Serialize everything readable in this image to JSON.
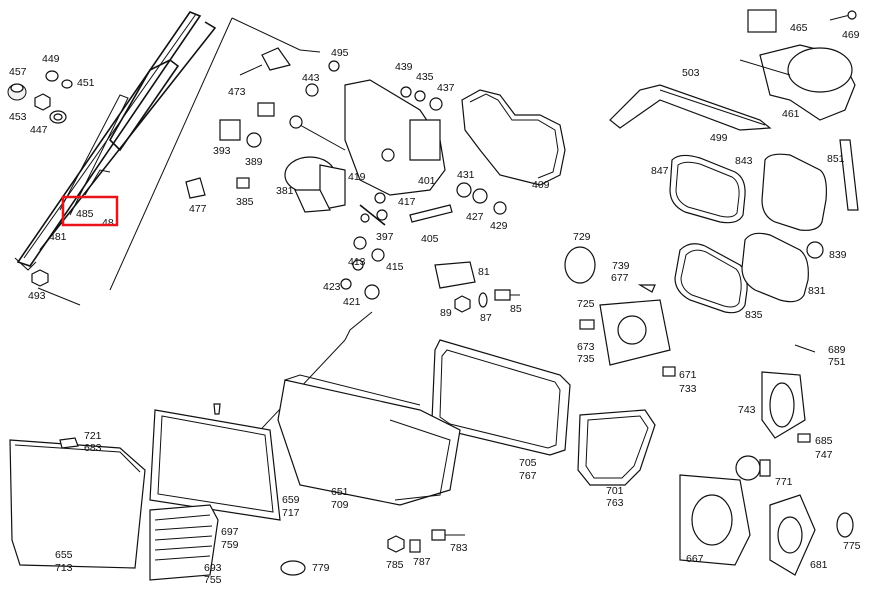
{
  "highlight": {
    "color": "#e8141a",
    "label": "485"
  },
  "callouts": {
    "c457": "457",
    "c449": "449",
    "c451": "451",
    "c453": "453",
    "c447": "447",
    "c481": "481",
    "c485": "485",
    "c48": "48",
    "c493": "493",
    "c473": "473",
    "c495": "495",
    "c443": "443",
    "c439": "439",
    "c435": "435",
    "c437": "437",
    "c393": "393",
    "c389": "389",
    "c381": "381",
    "c477": "477",
    "c385": "385",
    "c401": "401",
    "c419": "419",
    "c417": "417",
    "c431": "431",
    "c409": "409",
    "c427": "427",
    "c429": "429",
    "c397": "397",
    "c405": "405",
    "c413": "413",
    "c415": "415",
    "c423": "423",
    "c421": "421",
    "c81": "81",
    "c89": "89",
    "c87": "87",
    "c85": "85",
    "c465": "465",
    "c469": "469",
    "c503": "503",
    "c499": "499",
    "c461": "461",
    "c847": "847",
    "c843": "843",
    "c851": "851",
    "c729": "729",
    "c739": "739",
    "c677": "677",
    "c839": "839",
    "c835": "835",
    "c831": "831",
    "c725": "725",
    "c673": "673",
    "c735": "735",
    "c671": "671",
    "c733": "733",
    "c689": "689",
    "c751": "751",
    "c743": "743",
    "c685": "685",
    "c747": "747",
    "c771": "771",
    "c775": "775",
    "c667": "667",
    "c681": "681",
    "c705": "705",
    "c767": "767",
    "c701": "701",
    "c763": "763",
    "c721": "721",
    "c683": "683",
    "c659": "659",
    "c717": "717",
    "c651": "651",
    "c709": "709",
    "c697": "697",
    "c759": "759",
    "c693": "693",
    "c755": "755",
    "c655": "655",
    "c713": "713",
    "c779": "779",
    "c785": "785",
    "c787": "787",
    "c783": "783"
  }
}
